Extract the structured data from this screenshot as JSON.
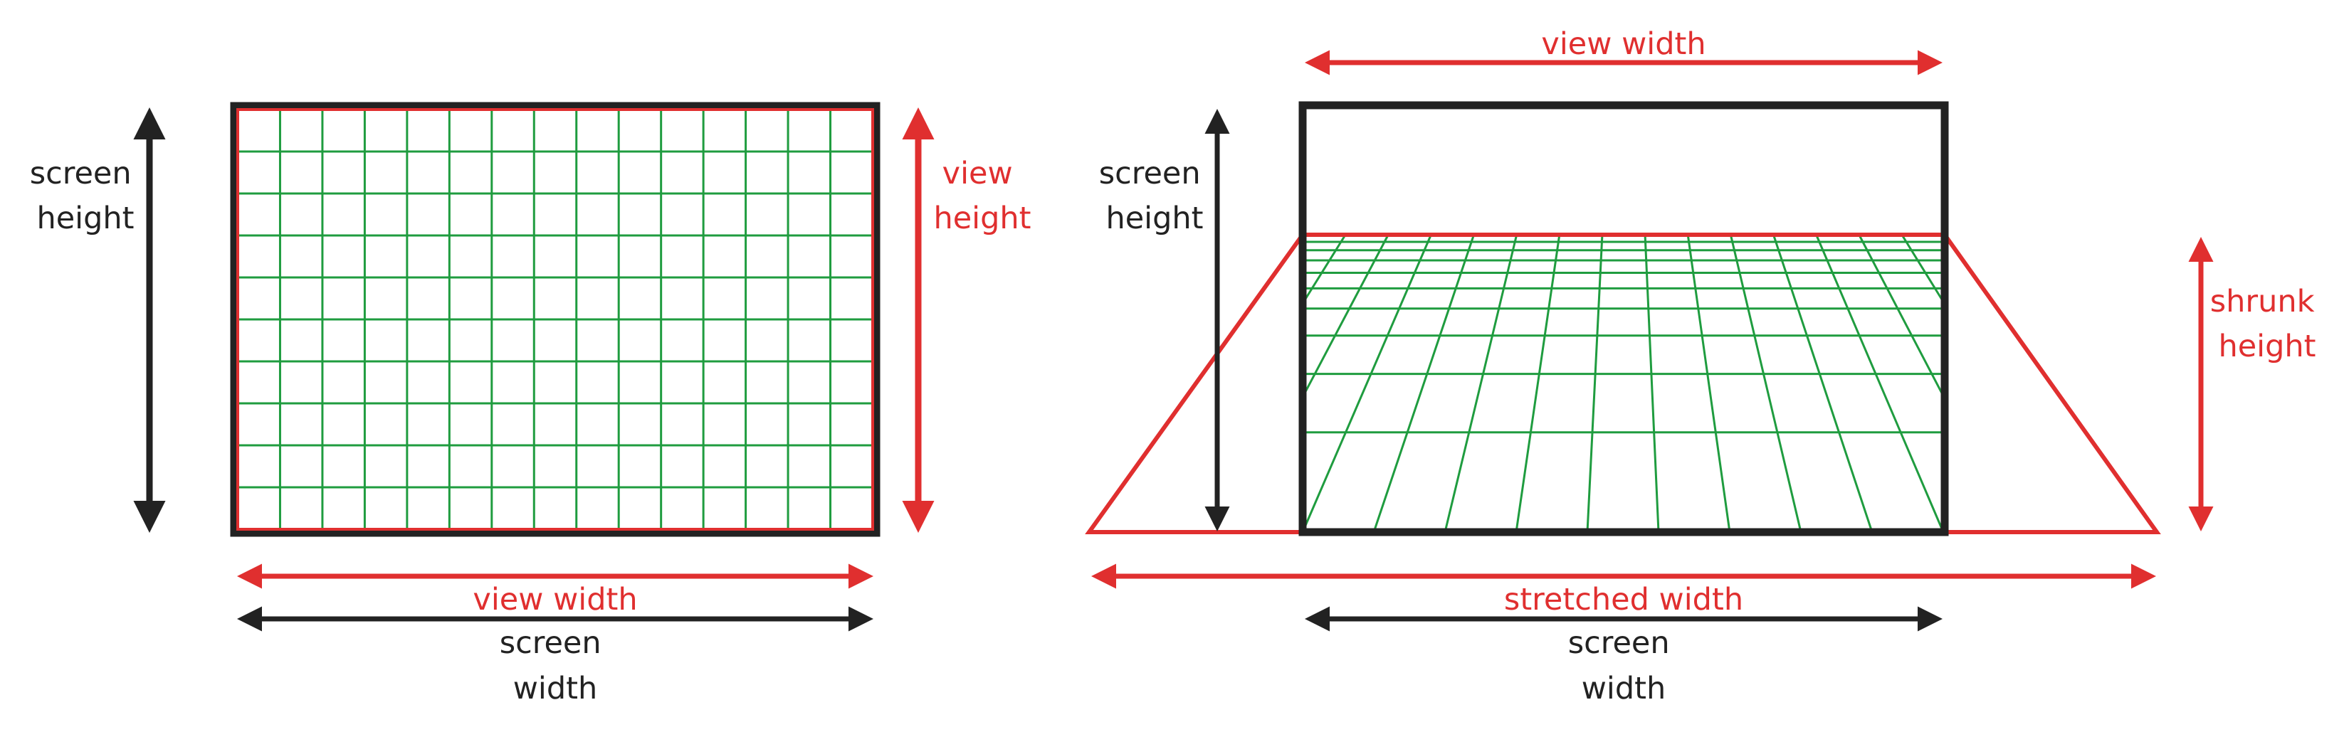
{
  "colors": {
    "black": "#222222",
    "red": "#e02f2f",
    "green": "#1f9c3f",
    "background": "#ffffff"
  },
  "left_panel": {
    "screen_height_label": [
      "screen",
      "height"
    ],
    "view_height_label": [
      "view",
      "height"
    ],
    "view_width_label": "view width",
    "screen_width_label": [
      "screen",
      "width"
    ]
  },
  "right_panel": {
    "view_width_label": "view width",
    "screen_height_label": [
      "screen",
      "height"
    ],
    "shrunk_height_label": [
      "shrunk",
      "height"
    ],
    "stretched_width_label": "stretched width",
    "screen_width_label": [
      "screen",
      "width"
    ]
  }
}
